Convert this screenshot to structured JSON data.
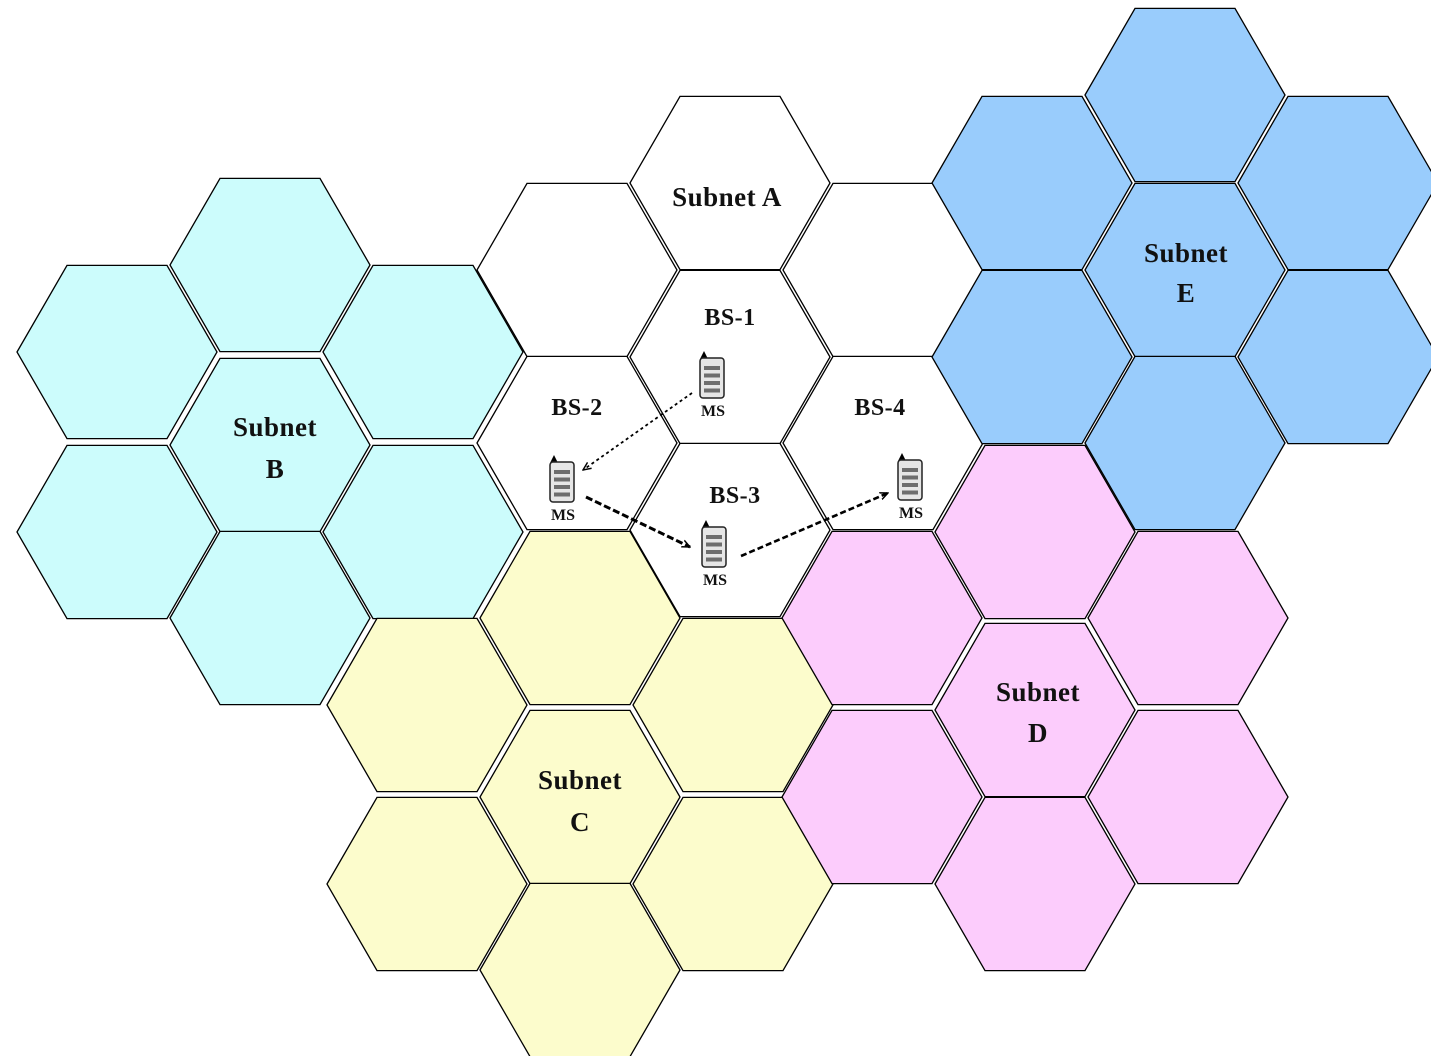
{
  "colors": {
    "subnet_a": "#ffffff",
    "subnet_b": "#ccfcfc",
    "subnet_c": "#fcfccc",
    "subnet_d": "#fcccfc",
    "subnet_e": "#99ccfc",
    "outline": "#000000"
  },
  "subnets": [
    {
      "id": "subnet-a",
      "name": "Subnet A",
      "line1": "Subnet A",
      "line2": ""
    },
    {
      "id": "subnet-b",
      "name": "Subnet B",
      "line1": "Subnet",
      "line2": "B"
    },
    {
      "id": "subnet-c",
      "name": "Subnet C",
      "line1": "Subnet",
      "line2": "C"
    },
    {
      "id": "subnet-d",
      "name": "Subnet D",
      "line1": "Subnet",
      "line2": "D"
    },
    {
      "id": "subnet-e",
      "name": "Subnet E",
      "line1": "Subnet",
      "line2": "E"
    }
  ],
  "base_stations": [
    "BS-1",
    "BS-2",
    "BS-3",
    "BS-4"
  ],
  "mobile_station": {
    "label": "MS",
    "icon": "mobile-station-icon",
    "positions_by_cell": [
      "BS-1",
      "BS-2",
      "BS-3",
      "BS-4"
    ]
  },
  "movement": [
    {
      "from": "BS-1",
      "to": "BS-2",
      "style": "dotted"
    },
    {
      "from": "BS-2",
      "to": "BS-3",
      "style": "dashed"
    },
    {
      "from": "BS-3",
      "to": "BS-4",
      "style": "dashed"
    }
  ]
}
